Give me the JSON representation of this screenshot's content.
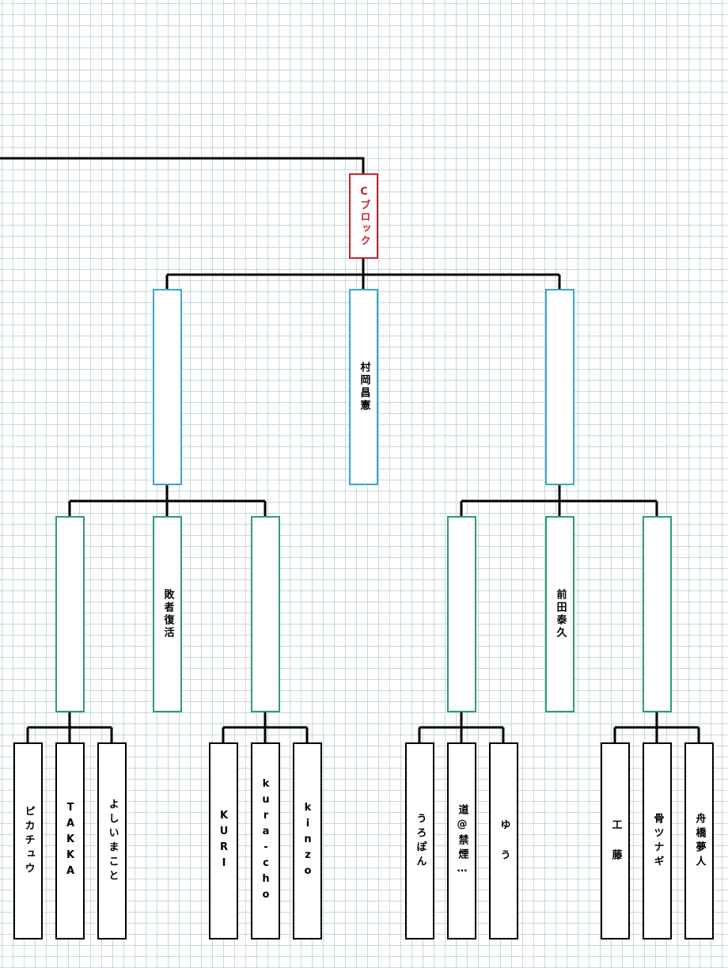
{
  "bracket": {
    "block_title": "Cブロック",
    "round2": [
      "",
      "村岡昌憲",
      ""
    ],
    "round3": [
      "",
      "敗者復活",
      "",
      "",
      "前田泰久",
      ""
    ],
    "round1": [
      "ピカチュウ",
      "TAKKA",
      "よしいまこと",
      "KURI",
      "kura-cho",
      "kinzo",
      "うろぽん",
      "道@禁煙…",
      "ゆ う",
      "工 藤",
      "骨ツナギ",
      "舟橋夢人"
    ]
  },
  "colors": {
    "block_border": "#c0282e",
    "round2_border": "#3aa6cc",
    "round3_border": "#2c9f66",
    "round1_border": "#000000",
    "connector_line": "#000000",
    "grid_line": "#c7d7dc"
  }
}
